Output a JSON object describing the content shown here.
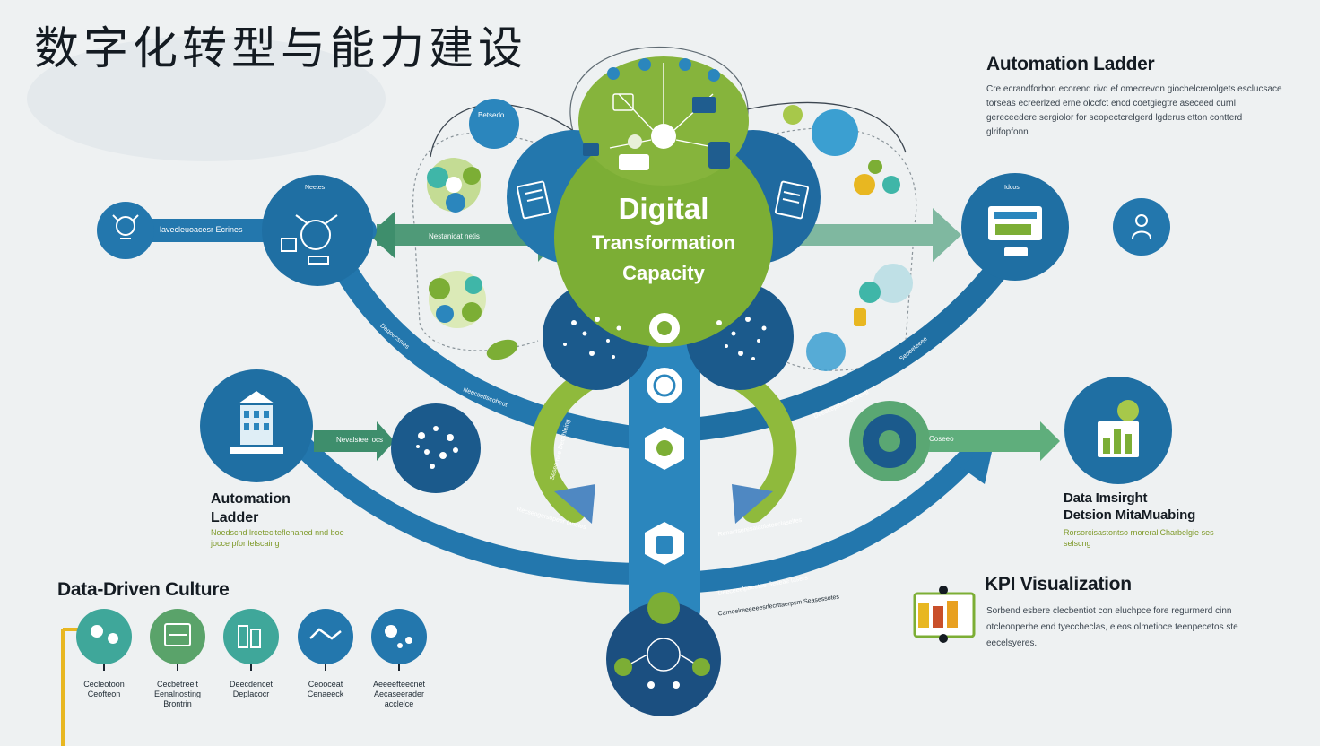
{
  "title": "数字化转型与能力建设",
  "colors": {
    "blue_dark": "#1f5d8f",
    "blue": "#2b86bd",
    "blue_light": "#4ea6d6",
    "green": "#7cae35",
    "green_light": "#a7c84a",
    "teal": "#3fb6a8",
    "accent_yellow": "#e8b721"
  },
  "center": {
    "line1": "Digital",
    "line2": "Transformation",
    "line3": "Capacity"
  },
  "sections": {
    "automation_ladder_right": {
      "heading": "Automation Ladder",
      "text": "Cre ecrandforhon ecorend rivd ef omecrevon giochelcrerolgets esclucsace torseas ecreerlzed erne olccfct encd coetgiegtre aseceed curnl gereceedere sergiolor for seopectcrelgerd lgderus etton contterd glrifopfonn"
    },
    "automation_ladder_left": {
      "heading_line1": "Automation",
      "heading_line2": "Ladder",
      "text": "Noedscnd lrceteciteflenahed nnd boe jocce pfor lelscaing"
    },
    "data_insight": {
      "heading_line1": "Data Imsirght",
      "heading_line2": "Detsion MitaMuabing",
      "text": "Rorsorcisastontso rnoreraliCharbelgie ses selscng"
    },
    "kpi": {
      "heading": "KPI Visualization",
      "text": "Sorbend esbere clecbentiot con eluchpce fore regurmerd cinn otcleonperhe end tyeccheclas, eleos olmetioce teenpecetos ste eecelsyeres."
    },
    "data_driven_culture": {
      "heading": "Data-Driven Culture",
      "items": [
        {
          "label": "Cecleotoon\nCeofteon",
          "icon": "team-icon"
        },
        {
          "label": "Cecbetreelt\nEenalnosting\nBrontrin",
          "icon": "dashboard-icon"
        },
        {
          "label": "Deecdencet\nDeplacocr",
          "icon": "building-icon"
        },
        {
          "label": "Ceooceat\nCenaeeck",
          "icon": "handshake-icon"
        },
        {
          "label": "Aeeeefteecnet\nAecaseerader\nacclelce",
          "icon": "network-icon"
        }
      ]
    }
  },
  "node_labels": {
    "top_bubble": "Betsedo",
    "left_node_inner": "Neetes",
    "left_arrow_label": "lavecleuoacesr Ecrines",
    "left_mid_arrow": "Nestanicat netis",
    "cluster_label": "Nevalsteel ocs",
    "right_mid_box": "Coseeo",
    "right_node_inner": "Idcos",
    "curve_labels": [
      "Deqcecssies",
      "Neecsetlscobeot",
      "Seseo nae Decshleing",
      "Recseogersopeer taneles",
      "Renactseresaiaolatoeclaseltes",
      "Deeceeelpaeetoe Seseae tasers",
      "Carnoelreeeeeesrlecrttaerpsm Seasessotes",
      "Deeecepeeeeeeeeetl",
      "Seoeeteeee"
    ]
  }
}
